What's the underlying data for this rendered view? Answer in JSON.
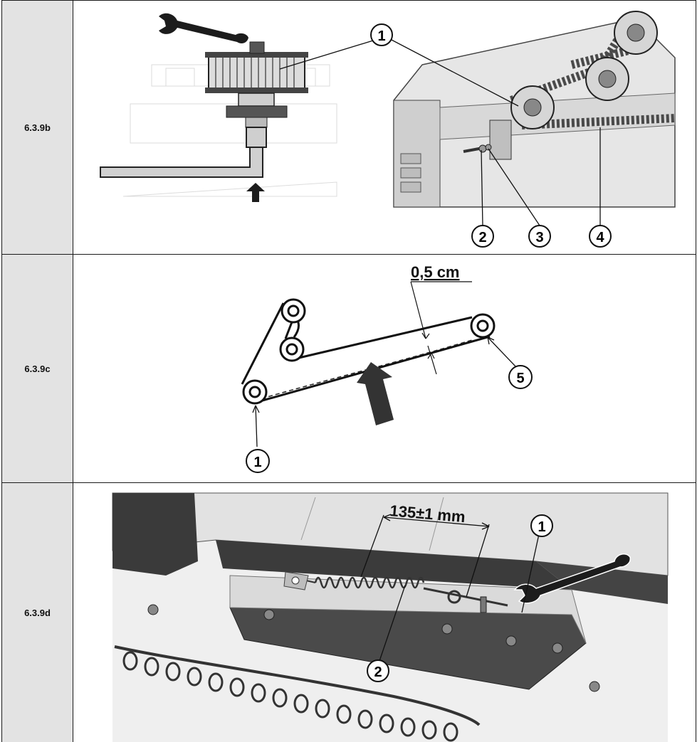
{
  "rows": [
    {
      "label": "6.3.9b",
      "callouts": [
        "1",
        "2",
        "3",
        "4"
      ]
    },
    {
      "label": "6.3.9c",
      "dimension": "0,5 cm",
      "callouts": [
        "1",
        "5"
      ]
    },
    {
      "label": "6.3.9d",
      "dimension": "135±1 mm",
      "callouts": [
        "1",
        "2"
      ]
    }
  ],
  "icons": [
    "wrench-icon",
    "arrow-up-icon"
  ]
}
